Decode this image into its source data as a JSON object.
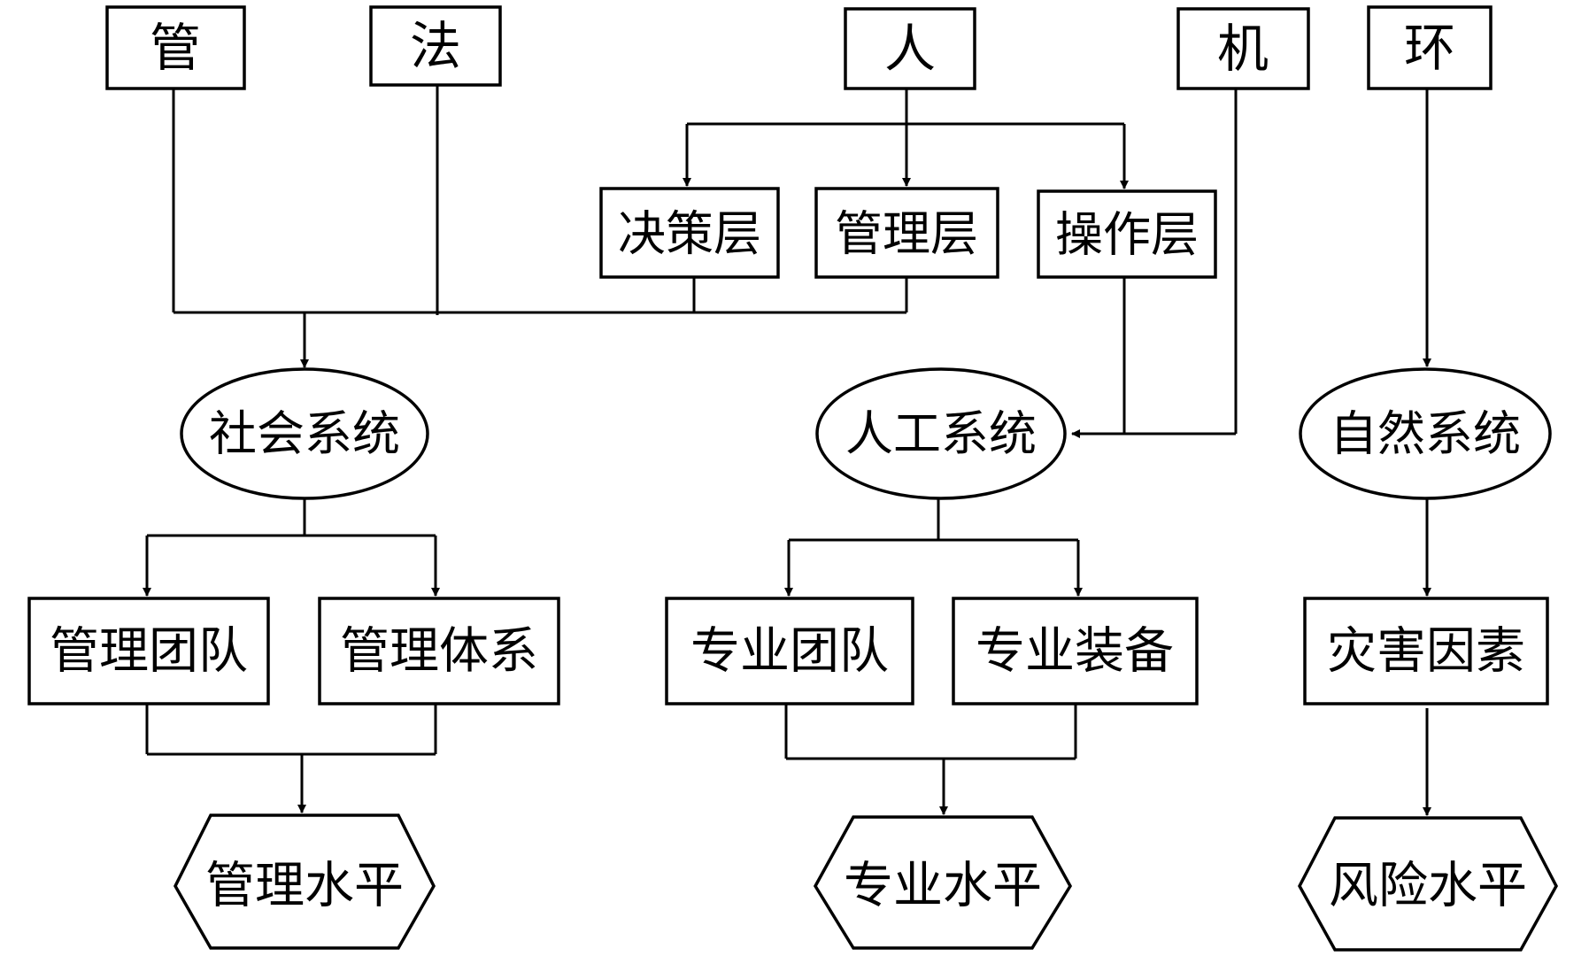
{
  "factors": {
    "guan": "管",
    "fa": "法",
    "ren": "人",
    "ji": "机",
    "huan": "环"
  },
  "layers": {
    "decision": "决策层",
    "management": "管理层",
    "operation": "操作层"
  },
  "systems": {
    "social": "社会系统",
    "artificial": "人工系统",
    "natural": "自然系统"
  },
  "components": {
    "management_team": "管理团队",
    "management_system": "管理体系",
    "professional_team": "专业团队",
    "professional_equipment": "专业装备",
    "hazard_factors": "灾害因素"
  },
  "outcomes": {
    "management_level": "管理水平",
    "professional_level": "专业水平",
    "risk_level": "风险水平"
  },
  "style": {
    "stroke": "#000000",
    "fill": "#ffffff"
  }
}
